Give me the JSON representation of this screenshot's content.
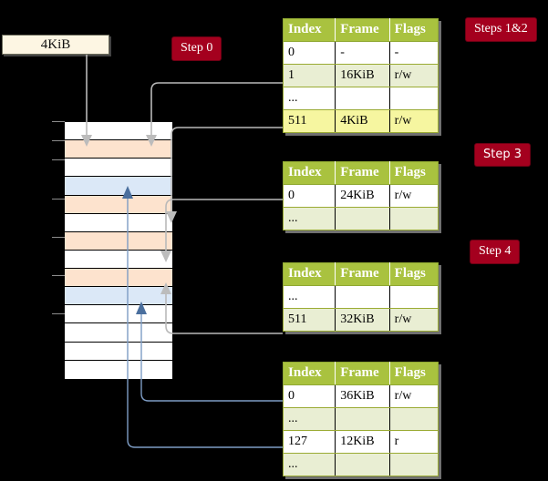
{
  "page_box": {
    "label": "4KiB"
  },
  "badges": [
    {
      "name": "step-0",
      "label": "Step 0",
      "style": "serif"
    },
    {
      "name": "steps-1and2",
      "label": "Steps 1&2",
      "style": "serif"
    },
    {
      "name": "step-3",
      "label": "Step 3",
      "style": "sans"
    },
    {
      "name": "step-4",
      "label": "Step 4",
      "style": "serif"
    }
  ],
  "tables": {
    "columns": [
      "Index",
      "Frame",
      "Flags"
    ],
    "level1": {
      "name": "page-table-level-1",
      "rows": [
        {
          "index": "0",
          "frame": "-",
          "flags": "-",
          "alt": false,
          "hl": false
        },
        {
          "index": "1",
          "frame": "16KiB",
          "flags": "r/w",
          "alt": true,
          "hl": false
        },
        {
          "index": "...",
          "frame": "",
          "flags": "",
          "alt": false,
          "hl": false
        },
        {
          "index": "511",
          "frame": "4KiB",
          "flags": "r/w",
          "alt": true,
          "hl": true
        }
      ]
    },
    "level2": {
      "name": "page-table-level-2",
      "rows": [
        {
          "index": "0",
          "frame": "24KiB",
          "flags": "r/w",
          "alt": false,
          "hl": false
        },
        {
          "index": "...",
          "frame": "",
          "flags": "",
          "alt": true,
          "hl": false
        }
      ]
    },
    "level3": {
      "name": "page-table-level-3",
      "rows": [
        {
          "index": "...",
          "frame": "",
          "flags": "",
          "alt": false,
          "hl": false
        },
        {
          "index": "511",
          "frame": "32KiB",
          "flags": "r/w",
          "alt": true,
          "hl": false
        }
      ]
    },
    "level4": {
      "name": "page-table-level-4",
      "rows": [
        {
          "index": "0",
          "frame": "36KiB",
          "flags": "r/w",
          "alt": false,
          "hl": false
        },
        {
          "index": "...",
          "frame": "",
          "flags": "",
          "alt": true,
          "hl": false
        },
        {
          "index": "127",
          "frame": "12KiB",
          "flags": "r",
          "alt": false,
          "hl": false
        },
        {
          "index": "...",
          "frame": "",
          "flags": "",
          "alt": true,
          "hl": false
        }
      ]
    }
  },
  "memory_column": {
    "name": "physical-memory-column",
    "rows": [
      {
        "fill": "white"
      },
      {
        "fill": "orange"
      },
      {
        "fill": "white"
      },
      {
        "fill": "blue"
      },
      {
        "fill": "orange"
      },
      {
        "fill": "white"
      },
      {
        "fill": "orange"
      },
      {
        "fill": "white"
      },
      {
        "fill": "orange"
      },
      {
        "fill": "blue"
      },
      {
        "fill": "white"
      },
      {
        "fill": "white"
      },
      {
        "fill": "white"
      },
      {
        "fill": "white"
      }
    ]
  },
  "colors": {
    "badge_bg": "#a4001e",
    "header_bg": "#a9c23f",
    "row_alt_bg": "#e9eed3",
    "highlight_bg": "#fbfbb0",
    "frame_orange": "#fde3ce",
    "frame_blue": "#dbe8f7",
    "page_box_bg": "#fdf6e3",
    "wire_gray": "#b9b9b9",
    "wire_blue": "#7d9cc4",
    "background": "#000000"
  }
}
